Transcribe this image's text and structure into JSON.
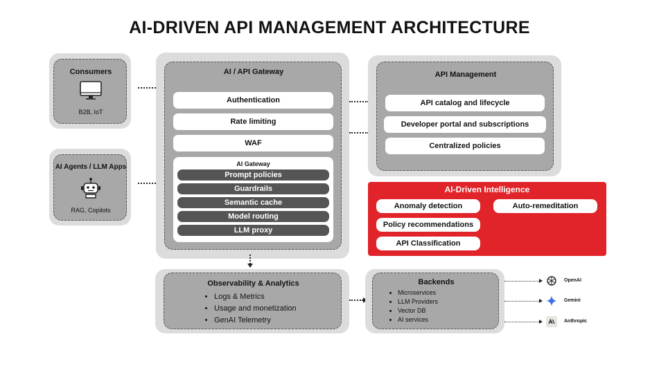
{
  "title": "AI-DRIVEN API MANAGEMENT ARCHITECTURE",
  "consumers": {
    "title": "Consumers",
    "subtitle": "B2B, IoT"
  },
  "agents": {
    "title": "AI Agents / LLM Apps",
    "subtitle": "RAG, Copilots"
  },
  "gateway": {
    "title": "AI / API Gateway",
    "items": [
      "Authentication",
      "Rate limiting",
      "WAF"
    ],
    "ai_gateway": {
      "title": "AI Gateway",
      "items": [
        "Prompt policies",
        "Guardrails",
        "Semantic cache",
        "Model routing",
        "LLM proxy"
      ]
    }
  },
  "api_management": {
    "title": "API Management",
    "items": [
      "API catalog and lifecycle",
      "Developer portal and subscriptions",
      "Centralized policies"
    ]
  },
  "intelligence": {
    "title": "AI-Driven Intelligence",
    "items": [
      "Anomaly detection",
      "Policy recommendations",
      "API Classification",
      "Auto-remeditation"
    ]
  },
  "observability": {
    "title": "Observability & Analytics",
    "items": [
      "Logs & Metrics",
      "Usage and monetization",
      "GenAI Telemetry"
    ]
  },
  "backends": {
    "title": "Backends",
    "items": [
      "Microservices",
      "LLM Providers",
      "Vector DB",
      "AI services"
    ]
  },
  "providers": [
    {
      "name": "OpenAI",
      "icon": "openai-icon"
    },
    {
      "name": "Gemini",
      "icon": "gemini-icon"
    },
    {
      "name": "Anthropic",
      "icon": "anthropic-icon"
    }
  ],
  "colors": {
    "accent": "#e02429",
    "panel": "#a8a8a8",
    "pill_dark": "#555555"
  }
}
